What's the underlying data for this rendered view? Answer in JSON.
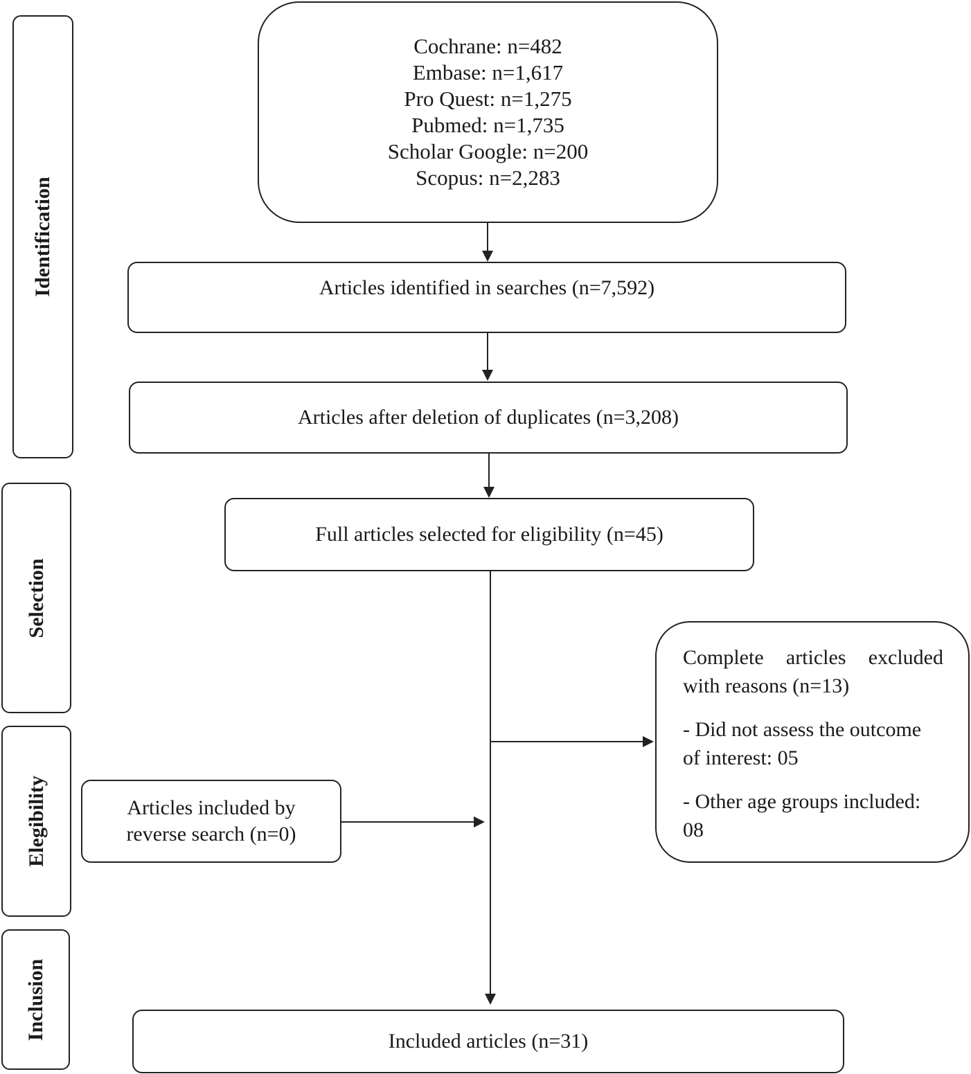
{
  "stages": [
    {
      "id": "identification",
      "label": "Identification"
    },
    {
      "id": "selection",
      "label": "Selection"
    },
    {
      "id": "eligibility",
      "label": "Elegibility"
    },
    {
      "id": "inclusion",
      "label": "Inclusion"
    }
  ],
  "sources": [
    "Cochrane: n=482",
    "Embase: n=1,617",
    "Pro Quest: n=1,275",
    "Pubmed: n=1,735",
    "Scholar Google: n=200",
    "Scopus: n=2,283"
  ],
  "boxes": {
    "identified": "Articles identified in searches (n=7,592)",
    "after_duplicates": "Articles after deletion of duplicates (n=3,208)",
    "full_selected": "Full articles selected for eligibility (n=45)",
    "reverse_search": "Articles included by reverse search (n=0)",
    "included": "Included articles (n=31)"
  },
  "exclusion": {
    "heading": "Complete articles excluded with reasons (n=13)",
    "reasons": [
      "- Did not assess the outcome of interest: 05",
      "- Other age groups included: 08"
    ]
  }
}
